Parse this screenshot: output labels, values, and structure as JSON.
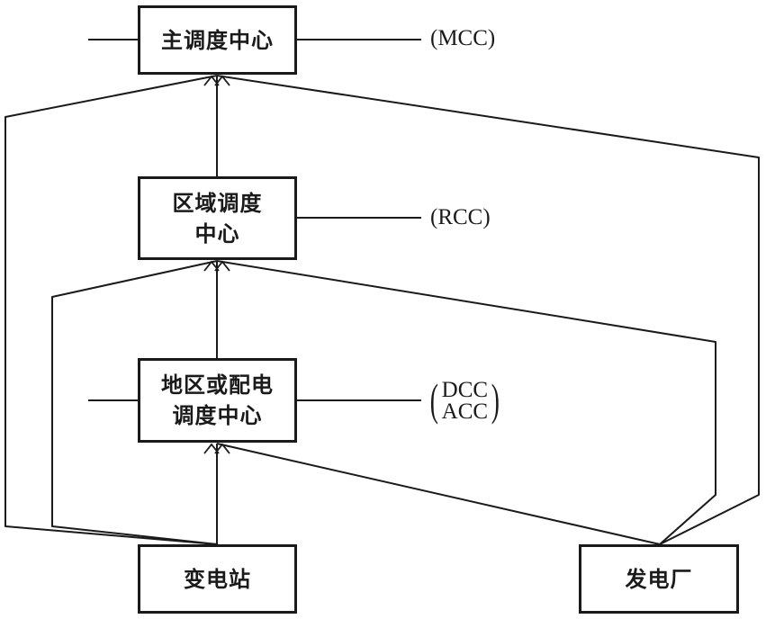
{
  "nodes": {
    "main": {
      "lines": [
        "主调度中心"
      ],
      "abbr": "(MCC)"
    },
    "regional": {
      "lines": [
        "区域调度",
        "中心"
      ],
      "abbr": "(RCC)"
    },
    "district": {
      "lines": [
        "地区或配电",
        "调度中心"
      ],
      "abbr": [
        "DCC",
        "ACC"
      ],
      "paren_open": "(",
      "paren_close": ")"
    },
    "substation": {
      "lines": [
        "变电站"
      ]
    },
    "plant": {
      "lines": [
        "发电厂"
      ]
    }
  },
  "stroke_color": "#1a1a1a"
}
